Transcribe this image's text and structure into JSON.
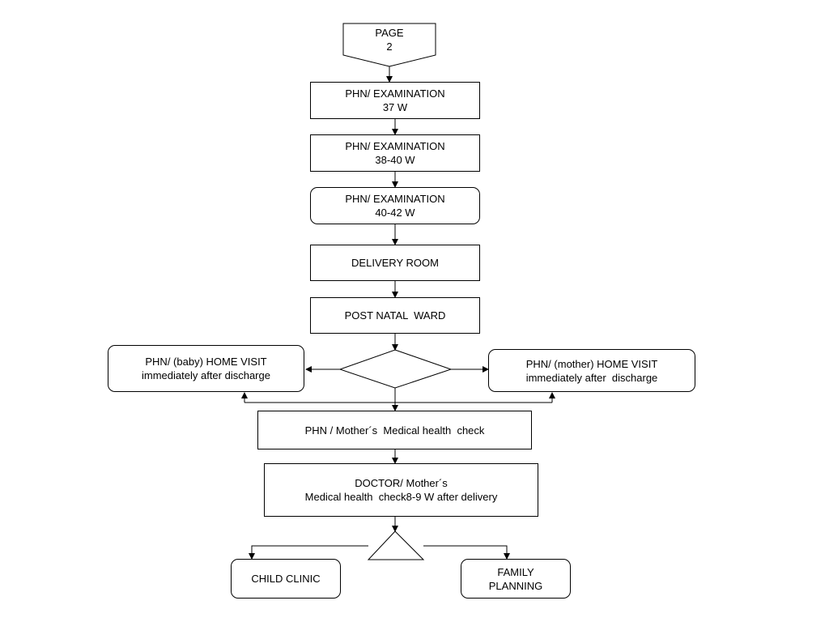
{
  "nodes": {
    "page_ref": {
      "lines": [
        "PAGE",
        "2"
      ]
    },
    "exam_37": {
      "lines": [
        "PHN/ EXAMINATION",
        "37 W"
      ]
    },
    "exam_38_40": {
      "lines": [
        "PHN/ EXAMINATION",
        "38-40 W"
      ]
    },
    "exam_40_42": {
      "lines": [
        "PHN/ EXAMINATION",
        "40-42 W"
      ]
    },
    "delivery": {
      "lines": [
        "DELIVERY ROOM"
      ]
    },
    "postnatal": {
      "lines": [
        "POST NATAL  WARD"
      ]
    },
    "baby_visit": {
      "lines": [
        "PHN/ (baby) HOME VISIT",
        "immediately after discharge"
      ]
    },
    "mother_visit": {
      "lines": [
        "PHN/ (mother) HOME VISIT",
        "immediately after  discharge"
      ]
    },
    "phn_check": {
      "lines": [
        "PHN / Mother´s  Medical health  check"
      ]
    },
    "doctor_check": {
      "lines": [
        "DOCTOR/ Mother´s",
        "Medical health  check8-9 W after delivery"
      ]
    },
    "child_clinic": {
      "lines": [
        "CHILD CLINIC"
      ]
    },
    "family_planning": {
      "lines": [
        "FAMILY",
        "PLANNING"
      ]
    }
  }
}
